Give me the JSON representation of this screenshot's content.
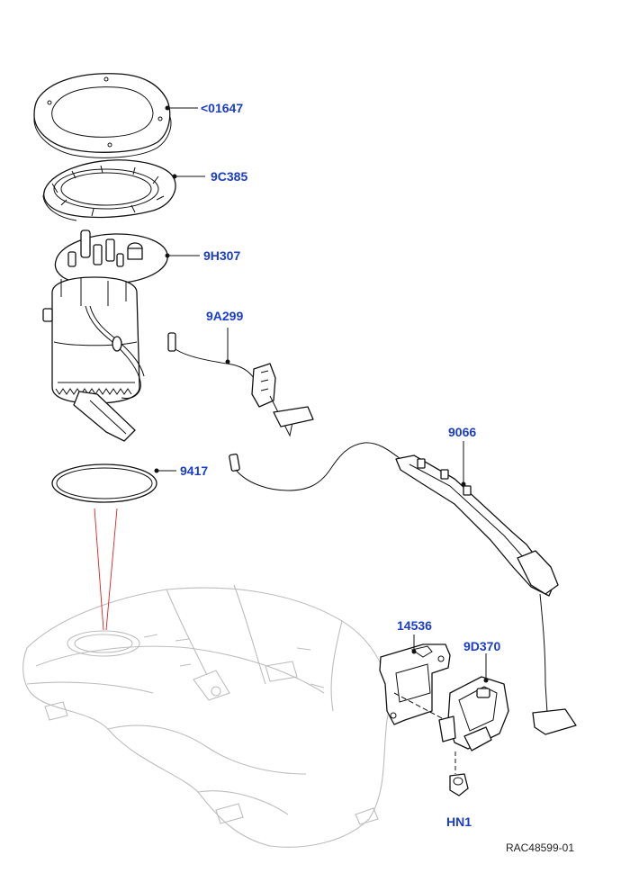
{
  "diagram": {
    "callouts": [
      {
        "id": "c1",
        "text": "<01647"
      },
      {
        "id": "c2",
        "text": "9C385"
      },
      {
        "id": "c3",
        "text": "9H307"
      },
      {
        "id": "c4",
        "text": "9A299"
      },
      {
        "id": "c5",
        "text": "9066"
      },
      {
        "id": "c6",
        "text": "9417"
      },
      {
        "id": "c7",
        "text": "14536"
      },
      {
        "id": "c8",
        "text": "9D370"
      },
      {
        "id": "c9",
        "text": "HN1"
      }
    ],
    "reference": "RAC48599-01",
    "colors": {
      "callout": "#1a3ccc",
      "line": "#111111",
      "tank": "#bdbdbd",
      "alignment": "#e02020"
    }
  }
}
